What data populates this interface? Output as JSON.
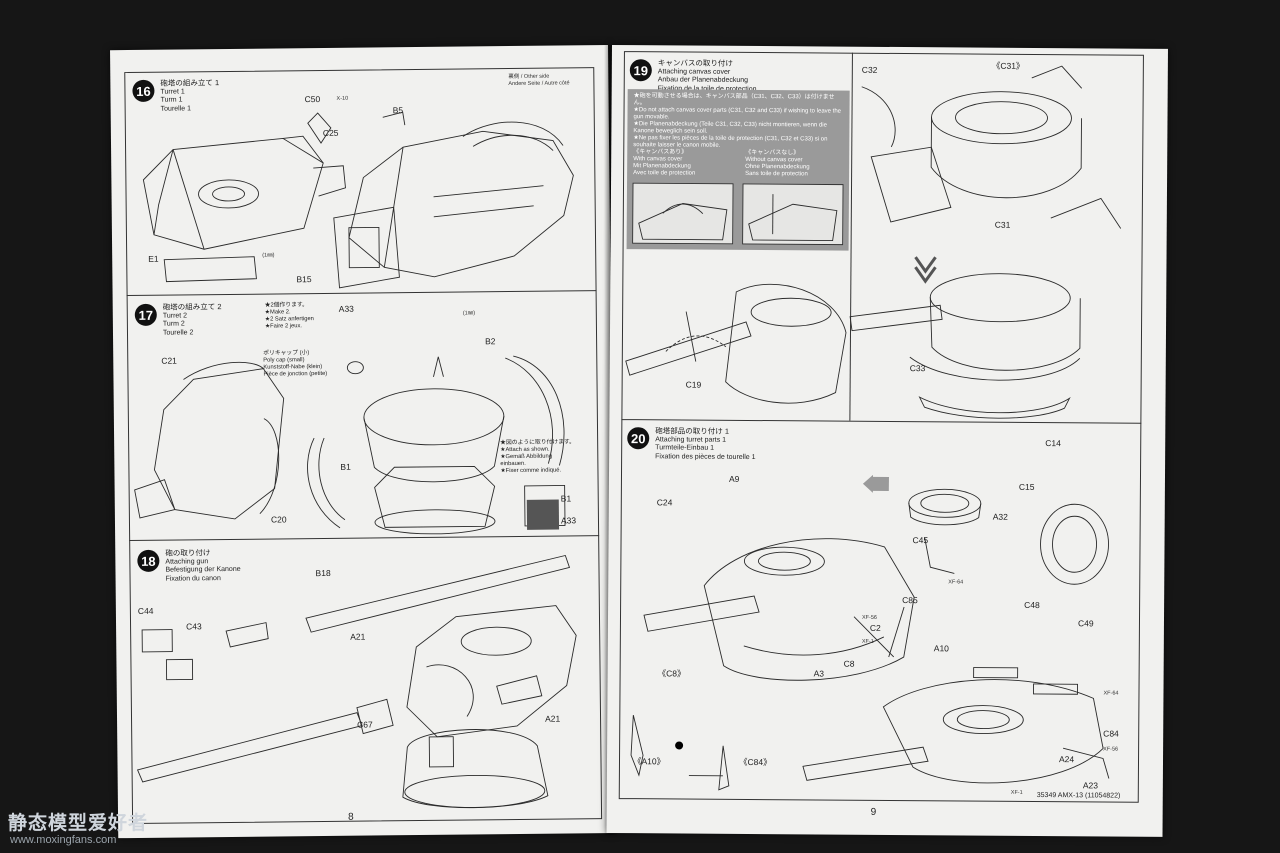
{
  "left_page": {
    "page_number": "8",
    "step16": {
      "number": "16",
      "jp": "砲塔の組み立て 1",
      "en": "Turret 1",
      "de": "Turm 1",
      "fr": "Tourelle 1",
      "other_side": [
        "裏側 / Other side",
        "Andere Seite / Autre côté"
      ],
      "parts": [
        "C50",
        "X-10",
        "C25",
        "B5",
        "E1",
        "B15",
        "(1㎜)"
      ]
    },
    "step17": {
      "number": "17",
      "jp": "砲塔の組み立て 2",
      "en": "Turret 2",
      "de": "Turm 2",
      "fr": "Tourelle 2",
      "make2": [
        "★2個作ります。",
        "★Make 2.",
        "★2 Satz anfertigen",
        "★Faire 2 jeux."
      ],
      "polycap": [
        "ポリキャップ (小)",
        "Poly cap (small)",
        "Kunststoff-Nabe (klein)",
        "Pièce de jonction (petite)"
      ],
      "as_shown": [
        "★図のように取り付けます。",
        "★Attach as shown.",
        "★Gemäß Abbildung",
        "einbauen.",
        "★Fixer comme indiqué."
      ],
      "parts": [
        "A33",
        "C21",
        "B2",
        "B1",
        "C20",
        "(1㎜)",
        "B1",
        "A33"
      ]
    },
    "step18": {
      "number": "18",
      "jp": "砲の取り付け",
      "en": "Attaching gun",
      "de": "Befestigung der Kanone",
      "fr": "Fixation du canon",
      "parts": [
        "B18",
        "C44",
        "C43",
        "A21",
        "C67",
        "A21"
      ]
    }
  },
  "right_page": {
    "page_number": "9",
    "code": "35349  AMX-13 (11054822)",
    "step19": {
      "number": "19",
      "jp": "キャンバスの取り付け",
      "en": "Attaching canvas cover",
      "de": "Anbau der Planenabdeckung",
      "fr": "Fixation de la toile de protection",
      "notes": [
        "★砲を可動させる場合は、キャンバス部品（C31、C32、C33）は付けません。",
        "★Do not attach canvas cover parts (C31, C32 and C33) if wishing to leave the gun movable.",
        "★Die Planenabdeckung (Teile C31, C32, C33) nicht montieren, wenn die Kanone beweglich sein soll.",
        "★Ne pas fixer les pièces de la toile de protection (C31, C32 et C33) si on souhaite laisser le canon mobile."
      ],
      "with_cover": [
        "《キャンバスあり》",
        "With canvas cover",
        "Mit Planenabdeckung",
        "Avec toile de protection"
      ],
      "without_cover": [
        "《キャンバスなし》",
        "Without canvas cover",
        "Ohne Planenabdeckung",
        "Sans toile de protection"
      ],
      "parts": [
        "C32",
        "《C31》",
        "C31",
        "C19",
        "C33"
      ]
    },
    "step20": {
      "number": "20",
      "jp": "砲塔部品の取り付け 1",
      "en": "Attaching turret parts 1",
      "de": "Turmteile-Einbau 1",
      "fr": "Fixation des pièces de tourelle 1",
      "parts": [
        "C14",
        "C15",
        "A9",
        "C24",
        "A32",
        "C45",
        "XF-64",
        "C85",
        "C2",
        "XF-56",
        "XF-1",
        "A3",
        "C8",
        "C48",
        "C49",
        "A10",
        "XF-64",
        "C84",
        "XF-56",
        "A24",
        "A23",
        "XF-1",
        "《C8》",
        "《A10》",
        "《C84》"
      ]
    }
  },
  "watermark": {
    "cn": "静态模型爱好者",
    "url": "www.moxingfans.com"
  },
  "icons": [
    "turret-line-art",
    "gun-barrel-art",
    "direction-arrow-icon",
    "down-arrow-icon"
  ]
}
